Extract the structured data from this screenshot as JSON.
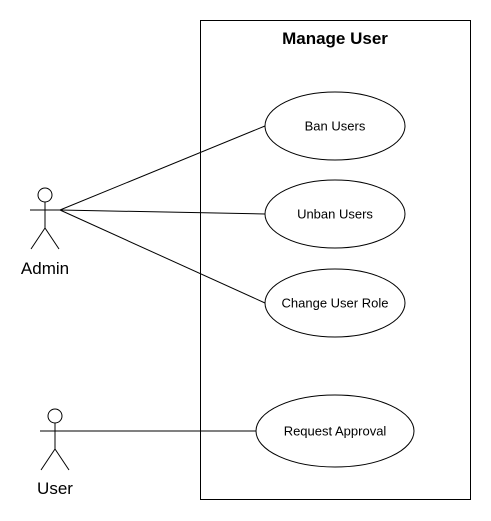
{
  "system": {
    "title": "Manage User"
  },
  "actors": [
    {
      "name": "Admin"
    },
    {
      "name": "User"
    }
  ],
  "use_cases": [
    {
      "label": "Ban Users"
    },
    {
      "label": "Unban Users"
    },
    {
      "label": "Change User Role"
    },
    {
      "label": "Request Approval"
    }
  ],
  "associations": [
    {
      "actor": "Admin",
      "use_case": "Ban Users"
    },
    {
      "actor": "Admin",
      "use_case": "Unban Users"
    },
    {
      "actor": "Admin",
      "use_case": "Change User Role"
    },
    {
      "actor": "User",
      "use_case": "Request Approval"
    }
  ]
}
